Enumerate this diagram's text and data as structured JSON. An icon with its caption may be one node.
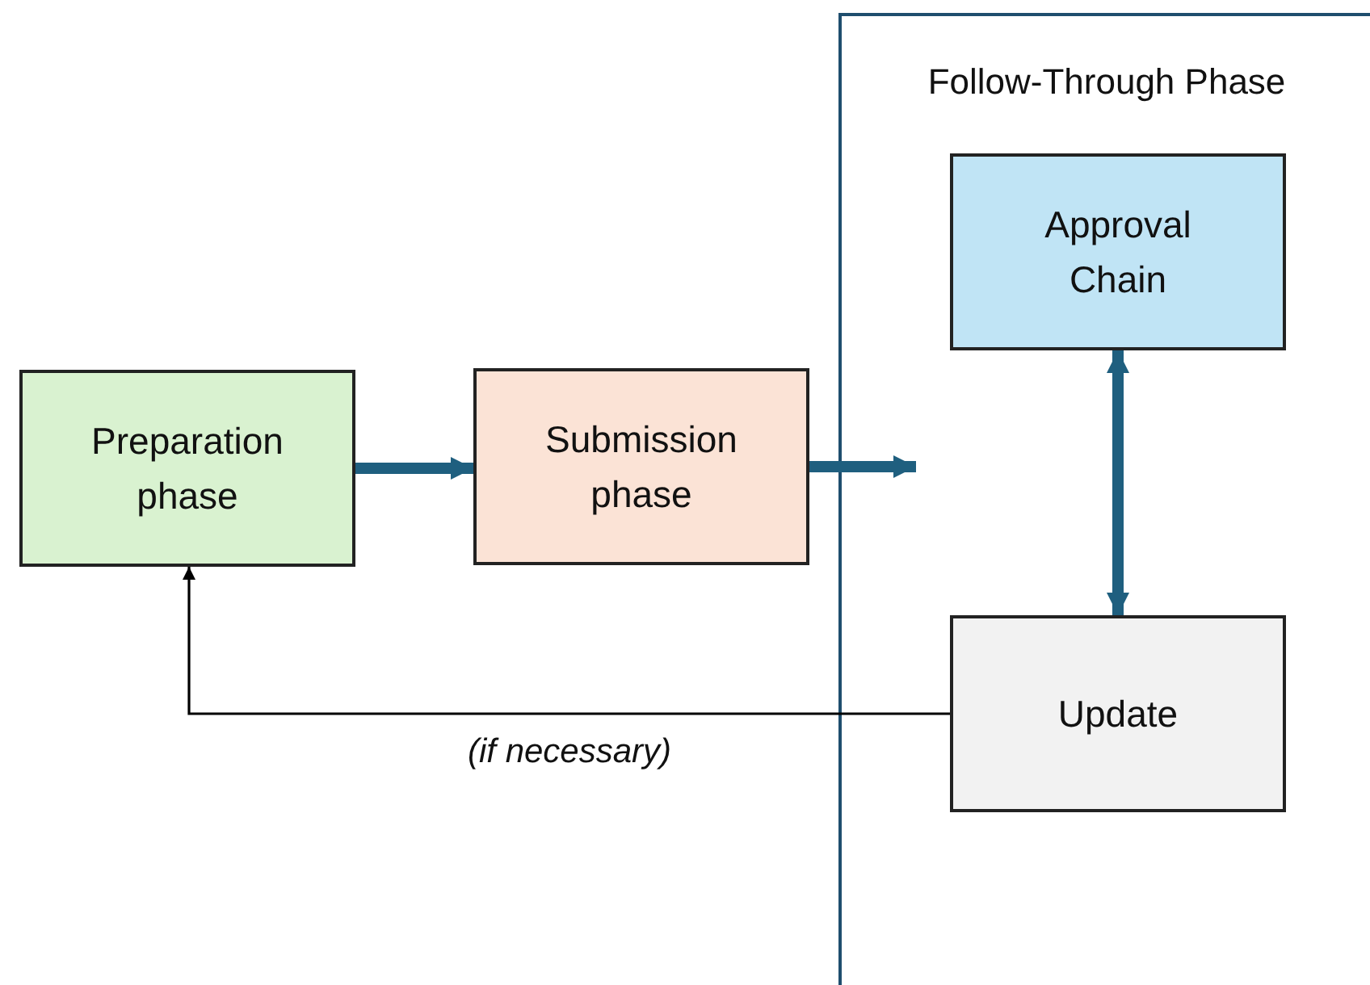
{
  "diagram": {
    "nodes": [
      {
        "text": [
          "Follow-Through Phase"
        ]
      },
      {
        "text": [
          "Preparation phase"
        ]
      },
      {
        "text": [
          "Submission phase"
        ]
      },
      {
        "text": [
          "Approval Chain"
        ],
        "in": 0
      },
      {
        "text": [
          "Update"
        ],
        "in": 0
      }
    ],
    "edges": [
      {
        "from": 1,
        "to": 2,
        "arrow": "to"
      },
      {
        "from": 2,
        "to": 0,
        "arrow": "to"
      },
      {
        "from": 3,
        "to": 4,
        "arrow": "both"
      },
      {
        "from": 4,
        "to": 1,
        "arrow": "to",
        "color": "#000000",
        "label": "(if necessary)"
      }
    ]
  }
}
